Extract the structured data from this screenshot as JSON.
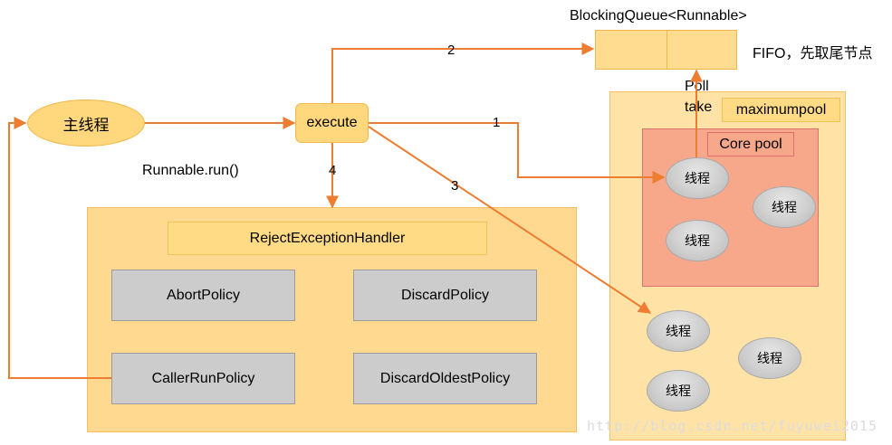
{
  "queue": {
    "title": "BlockingQueue<Runnable>",
    "note": "FIFO，先取尾节点"
  },
  "main_thread": "主线程",
  "execute": "execute",
  "runnable_run": "Runnable.run()",
  "arrow_labels": {
    "n1": "1",
    "n2": "2",
    "n3": "3",
    "n4": "4"
  },
  "poll_take": {
    "poll": "Poll",
    "take": "take"
  },
  "maximumpool": "maximumpool",
  "core_pool": "Core pool",
  "thread_label": "线程",
  "handler": "RejectExceptionHandler",
  "policies": {
    "abort": "AbortPolicy",
    "discard": "DiscardPolicy",
    "caller_run": "CallerRunPolicy",
    "discard_oldest": "DiscardOldestPolicy"
  },
  "watermark": "http://blog.csdn.net/fuyuwei2015",
  "colors": {
    "arrow": "#ed7d31",
    "panel": "#ffd98f",
    "core_pool": "#f7a78a",
    "policy": "#cccccc"
  }
}
